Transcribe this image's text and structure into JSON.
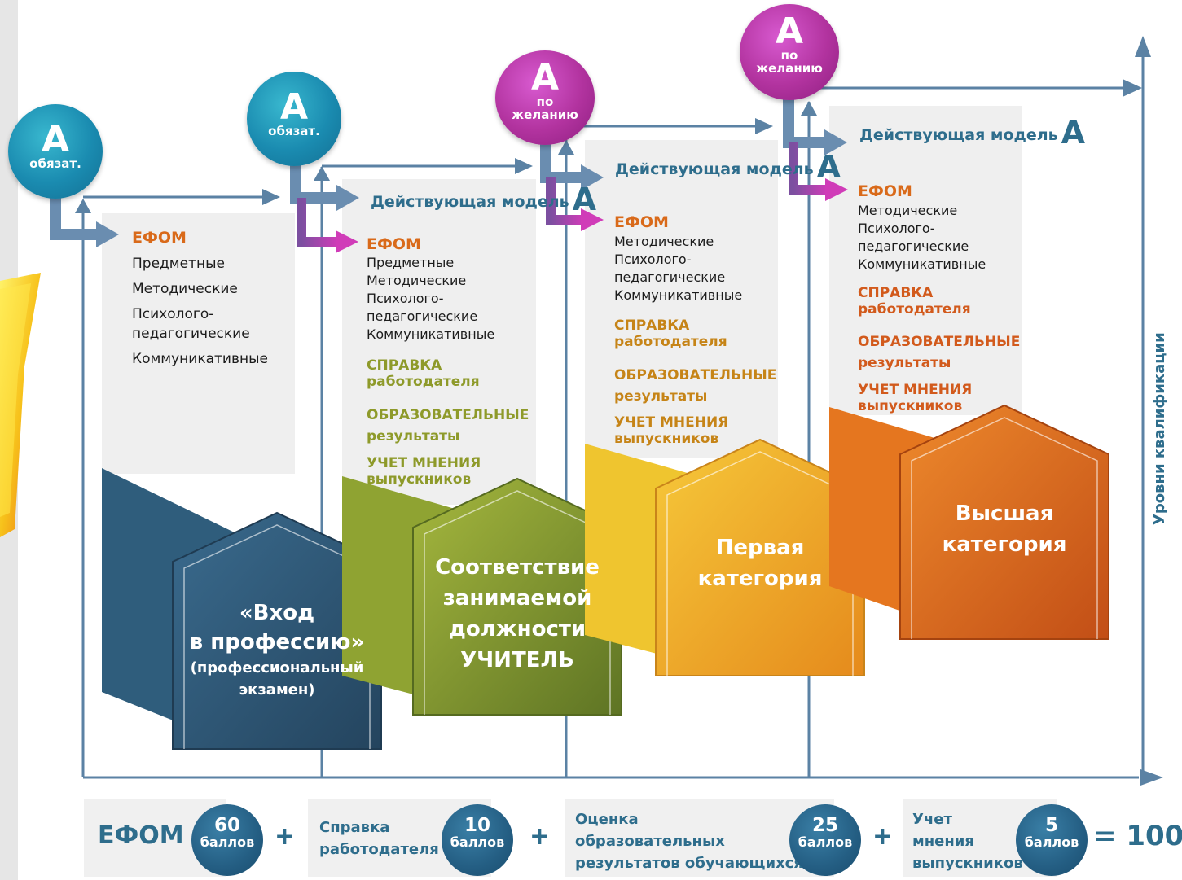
{
  "axis_label": "Уровни квалификации",
  "circles": [
    {
      "letter": "А",
      "sub1": "обязат.",
      "sub2": ""
    },
    {
      "letter": "А",
      "sub1": "обязат.",
      "sub2": ""
    },
    {
      "letter": "А",
      "sub1": "по",
      "sub2": "желанию"
    },
    {
      "letter": "А",
      "sub1": "по",
      "sub2": "желанию"
    }
  ],
  "model_label": "Действующая модель",
  "model_letter": "А",
  "stage1": {
    "efom": "ЕФОМ",
    "items": [
      "Предметные",
      "Методические",
      "Психолого-",
      "педагогические",
      "Коммуникативные"
    ]
  },
  "stage2": {
    "efom": "ЕФОМ",
    "items": [
      "Предметные",
      "Методические",
      "Психолого-",
      "педагогические",
      "Коммуникативные"
    ],
    "spravka": [
      "СПРАВКА",
      "работодателя"
    ],
    "obraz": [
      "ОБРАЗОВАТЕЛЬНЫЕ",
      "результаты"
    ],
    "uchet": [
      "УЧЕТ МНЕНИЯ",
      "выпускников"
    ]
  },
  "stage3": {
    "efom": "ЕФОМ",
    "items": [
      "Методические",
      "Психолого-",
      "педагогические",
      "Коммуникативные"
    ],
    "spravka": [
      "СПРАВКА",
      "работодателя"
    ],
    "obraz": [
      "ОБРАЗОВАТЕЛЬНЫЕ",
      "результаты"
    ],
    "uchet": [
      "УЧЕТ МНЕНИЯ",
      "выпускников"
    ]
  },
  "stage4": {
    "efom": "ЕФОМ",
    "items": [
      "Методические",
      "Психолого-",
      "педагогические",
      "Коммуникативные"
    ],
    "spravka": [
      "СПРАВКА",
      "работодателя"
    ],
    "obraz": [
      "ОБРАЗОВАТЕЛЬНЫЕ",
      "результаты"
    ],
    "uchet": [
      "УЧЕТ МНЕНИЯ",
      "выпускников"
    ]
  },
  "houses": [
    {
      "lines": [
        "«Вход",
        "в профессию»",
        "(профессиональный",
        "экзамен)"
      ],
      "color": "#2d5a7a"
    },
    {
      "lines": [
        "Соответствие",
        "занимаемой",
        "должности",
        "УЧИТЕЛЬ"
      ],
      "color": "#7e9632"
    },
    {
      "lines": [
        "Первая",
        "категория"
      ],
      "color": "#e9a223"
    },
    {
      "lines": [
        "Высшая",
        "категория"
      ],
      "color": "#dd6a1e"
    }
  ],
  "formula": {
    "efom": "ЕФОМ",
    "spravka": [
      "Справка",
      "работодателя"
    ],
    "ocenka": [
      "Оценка",
      "образовательных",
      "результатов обучающихся"
    ],
    "uchet": [
      "Учет",
      "мнения",
      "выпускников"
    ],
    "scores": [
      {
        "num": "60",
        "unit": "баллов"
      },
      {
        "num": "10",
        "unit": "баллов"
      },
      {
        "num": "25",
        "unit": "баллов"
      },
      {
        "num": "5",
        "unit": "баллов"
      }
    ],
    "plus": "+",
    "total": "= 100"
  }
}
